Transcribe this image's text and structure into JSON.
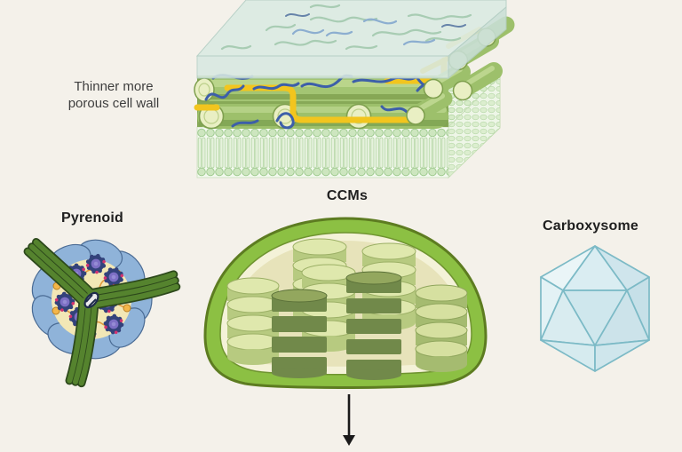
{
  "figure": {
    "background_color": "#f4f1ea",
    "annotations": {
      "cell_wall_line1": "Thinner more",
      "cell_wall_line2": "porous cell wall",
      "pyrenoid": "Pyrenoid",
      "ccms": "CCMs",
      "carboxysome": "Carboxysome"
    },
    "icons": {
      "arrow": "down-arrow-icon"
    },
    "colors": {
      "glass_layer": "#d8e9e1",
      "microfibril_green": "#9dc06b",
      "microfibril_cap": "#e9efc3",
      "ribbon_yellow": "#f2c51e",
      "fiber_blue": "#3d5fa9",
      "membrane_light_green": "#cde6bf",
      "pyrenoid_sheath_blue": "#8fb3d9",
      "pyrenoid_matrix_cream": "#f2e7b6",
      "rubisco_purple": "#7d6fc4",
      "rubisco_navy": "#33427b",
      "rubisco_magenta": "#d23370",
      "linker_orange": "#e09a3e",
      "tubule_green": "#55832e",
      "chloroplast_envelope_green": "#8cc043",
      "chloroplast_outline": "#5d7c21",
      "stroma_cream": "#e7e3ba",
      "thylakoid_light": "#b7ca80",
      "thylakoid_dark": "#71894a",
      "carboxysome_fill": "#d8ecf1",
      "carboxysome_edge": "#7cbac6",
      "arrow_black": "#1a1a1a"
    }
  }
}
